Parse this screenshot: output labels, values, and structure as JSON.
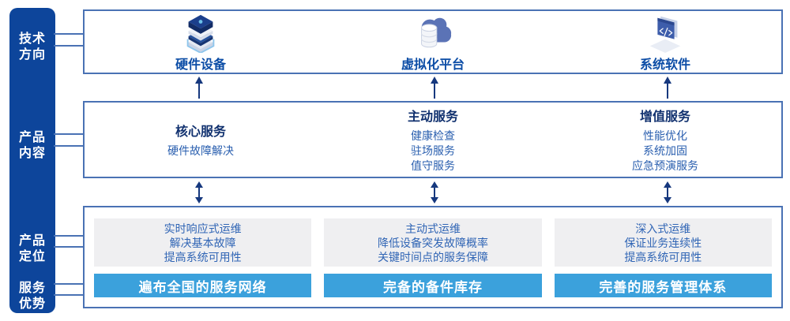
{
  "colors": {
    "sidebar_bg": "#0d459b",
    "panel_border": "#4a72b4",
    "tech_label": "#0c4da6",
    "service_title": "#11316f",
    "service_item": "#2a5faf",
    "gray_card_bg": "#efeff1",
    "gray_card_text": "#3065b5",
    "banner_bg": "#3ba1dc",
    "arrow": "#16387e"
  },
  "sidebar": {
    "labels": [
      {
        "text": "技术\n方向"
      },
      {
        "text": "产品\n内容"
      },
      {
        "text": "产品\n定位"
      },
      {
        "text": "服务\n优势"
      }
    ]
  },
  "tech_row": {
    "columns": [
      {
        "icon": "server-stack-icon",
        "label": "硬件设备"
      },
      {
        "icon": "cloud-database-icon",
        "label": "虚拟化平台"
      },
      {
        "icon": "code-window-icon",
        "label": "系统软件"
      }
    ]
  },
  "content_row": {
    "columns": [
      {
        "title": "核心服务",
        "items": [
          "硬件故障解决"
        ]
      },
      {
        "title": "主动服务",
        "items": [
          "健康检查",
          "驻场服务",
          "值守服务"
        ]
      },
      {
        "title": "增值服务",
        "items": [
          "性能优化",
          "系统加固",
          "应急预演服务"
        ]
      }
    ]
  },
  "bottom_row": {
    "columns": [
      {
        "positioning": [
          "实时响应式运维",
          "解决基本故障",
          "提高系统可用性"
        ],
        "advantage": "遍布全国的服务网络"
      },
      {
        "positioning": [
          "主动式运维",
          "降低设备突发故障概率",
          "关键时间点的服务保障"
        ],
        "advantage": "完备的备件库存"
      },
      {
        "positioning": [
          "深入式运维",
          "保证业务连续性",
          "提高系统可用性"
        ],
        "advantage": "完善的服务管理体系"
      }
    ]
  }
}
